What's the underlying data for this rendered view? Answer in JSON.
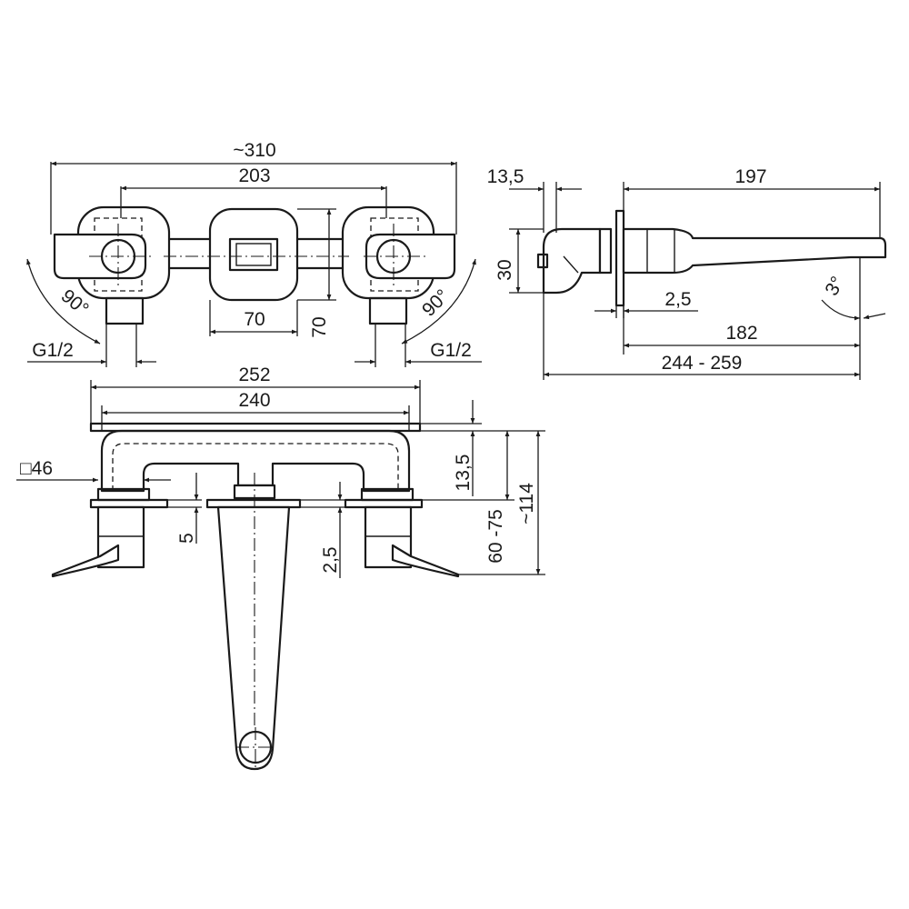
{
  "dims": {
    "top_total": "~310",
    "top_centers": "203",
    "angle_left": "90°",
    "angle_right": "90°",
    "body_w": "70",
    "body_h": "70",
    "thread_left": "G1/2",
    "thread_right": "G1/2",
    "side_plate": "13,5",
    "spout_length": "197",
    "spout_h": "30",
    "plate_thk": "2,5",
    "tilt": "3°",
    "reach": "182",
    "total_depth": "244 - 259",
    "front_plate": "252",
    "front_centers": "240",
    "square": "□46",
    "gap_5": "5",
    "gap_2_5": "2,5",
    "drop_13_5": "13,5",
    "install_depth": "60 -75",
    "height": "~114"
  }
}
